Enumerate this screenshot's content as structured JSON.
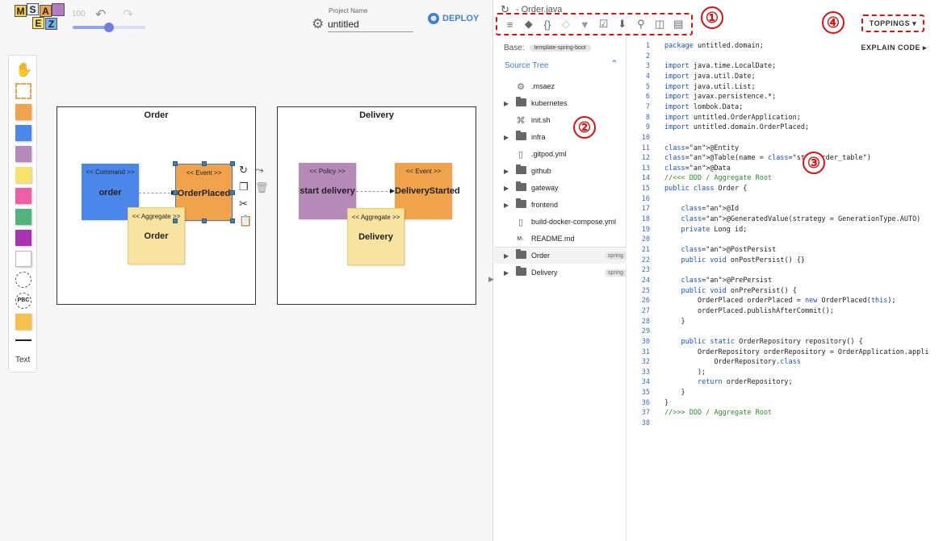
{
  "modeler": {
    "logo_letters": [
      "M",
      "S",
      "A",
      "E",
      "Z"
    ],
    "zoom": "100",
    "zoom_fraction": 0.5,
    "project_label": "Project Name",
    "project_name": "untitled",
    "deploy_label": "DEPLOY",
    "palette_text_label": "Text",
    "contexts": [
      {
        "name": "Order",
        "command": {
          "type": "<< Command >>",
          "name": "order"
        },
        "event": {
          "type": "<< Event >>",
          "name": "OrderPlaced"
        },
        "aggregate": {
          "type": "<< Aggregate >>",
          "name": "Order"
        }
      },
      {
        "name": "Delivery",
        "policy": {
          "type": "<< Policy >>",
          "name": "start delivery"
        },
        "event": {
          "type": "<< Event >>",
          "name": "DeliveryStarted"
        },
        "aggregate": {
          "type": "<< Aggregate >>",
          "name": "Delivery"
        }
      }
    ]
  },
  "colors": {
    "command": "#4b86ea",
    "event": "#f0a34a",
    "policy": "#b58ab9",
    "aggregate": "#f9e3a0",
    "accent": "#3f7fd3",
    "callout": "#dd1111"
  },
  "editor": {
    "file_title": "- Order.java",
    "toolbar_icons": [
      "menu-icon",
      "git-icon",
      "braces-icon",
      "diff-icon",
      "filter-icon",
      "file-check-icon",
      "folder-download-icon",
      "search-icon",
      "split-view-icon",
      "file-icon"
    ],
    "callouts": [
      "①",
      "②",
      "③",
      "④"
    ],
    "toppings_label": "TOPPINGS",
    "base_label": "Base:",
    "base_value": "template-spring-boot",
    "source_tree_label": "Source Tree",
    "tree": [
      {
        "name": ".msaez",
        "kind": "gear",
        "arrow": false
      },
      {
        "name": "kubernetes",
        "kind": "folder",
        "arrow": true
      },
      {
        "name": "init.sh",
        "kind": "terminal",
        "arrow": false
      },
      {
        "name": "infra",
        "kind": "folder",
        "arrow": true
      },
      {
        "name": ".gitpod.yml",
        "kind": "file",
        "arrow": false
      },
      {
        "name": "github",
        "kind": "folder",
        "arrow": true
      },
      {
        "name": "gateway",
        "kind": "folder",
        "arrow": true
      },
      {
        "name": "frontend",
        "kind": "folder",
        "arrow": true
      },
      {
        "name": "build-docker-compose.yml",
        "kind": "file",
        "arrow": false
      },
      {
        "name": "README.md",
        "kind": "md",
        "arrow": false
      },
      {
        "name": "Order",
        "kind": "folder",
        "arrow": true,
        "chip": "spring"
      },
      {
        "name": "Delivery",
        "kind": "folder",
        "arrow": true,
        "chip": "spring"
      }
    ],
    "explain_label": "EXPLAIN CODE",
    "code_lines": [
      "package untitled.domain;",
      "",
      "import java.time.LocalDate;",
      "import java.util.Date;",
      "import java.util.List;",
      "import javax.persistence.*;",
      "import lombok.Data;",
      "import untitled.OrderApplication;",
      "import untitled.domain.OrderPlaced;",
      "",
      "@Entity",
      "@Table(name = \"Order_table\")",
      "@Data",
      "//<<< DDD / Aggregate Root",
      "public class Order {",
      "",
      "    @Id",
      "    @GeneratedValue(strategy = GenerationType.AUTO)",
      "    private Long id;",
      "",
      "    @PostPersist",
      "    public void onPostPersist() {}",
      "",
      "    @PrePersist",
      "    public void onPrePersist() {",
      "        OrderPlaced orderPlaced = new OrderPlaced(this);",
      "        orderPlaced.publishAfterCommit();",
      "    }",
      "",
      "    public static OrderRepository repository() {",
      "        OrderRepository orderRepository = OrderApplication.appli",
      "            OrderRepository.class",
      "        );",
      "        return orderRepository;",
      "    }",
      "}",
      "//>>> DDD / Aggregate Root",
      ""
    ]
  }
}
